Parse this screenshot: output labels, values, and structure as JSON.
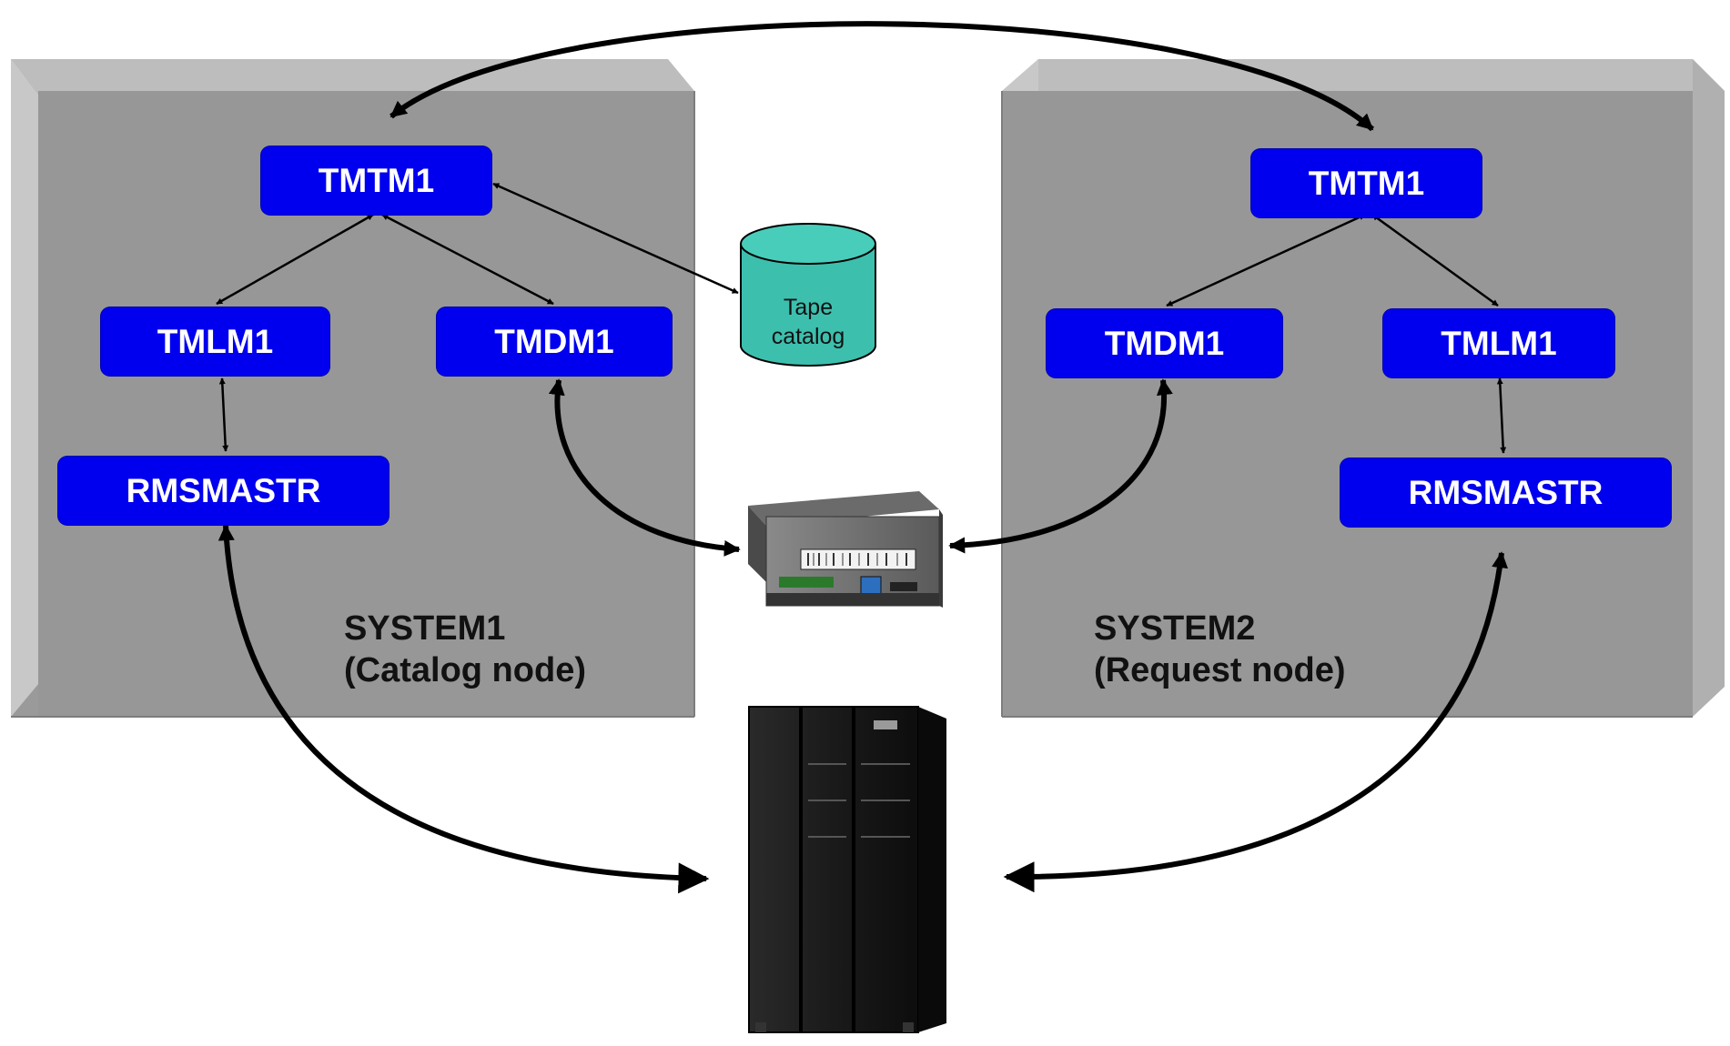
{
  "systems": [
    {
      "id": "system1",
      "name": "SYSTEM1",
      "role": "(Catalog node)"
    },
    {
      "id": "system2",
      "name": "SYSTEM2",
      "role": "(Request node)"
    }
  ],
  "nodes": {
    "s1_tmtm": "TMTM1",
    "s1_tmlm": "TMLM1",
    "s1_tmdm": "TMDM1",
    "s1_rmsmastr": "RMSMASTR",
    "s2_tmtm": "TMTM1",
    "s2_tmdm": "TMDM1",
    "s2_tmlm": "TMLM1",
    "s2_rmsmastr": "RMSMASTR"
  },
  "tape_catalog": {
    "line1": "Tape",
    "line2": "catalog"
  },
  "colors": {
    "node_fill": "#0000ee",
    "panel_face": "#979797",
    "panel_bevel": "#b4b4b4",
    "catalog_fill": "#3dbfae",
    "arrow": "#000000"
  },
  "icons": [
    "tape-drive-icon",
    "server-rack-icon",
    "tape-catalog-cylinder-icon"
  ]
}
